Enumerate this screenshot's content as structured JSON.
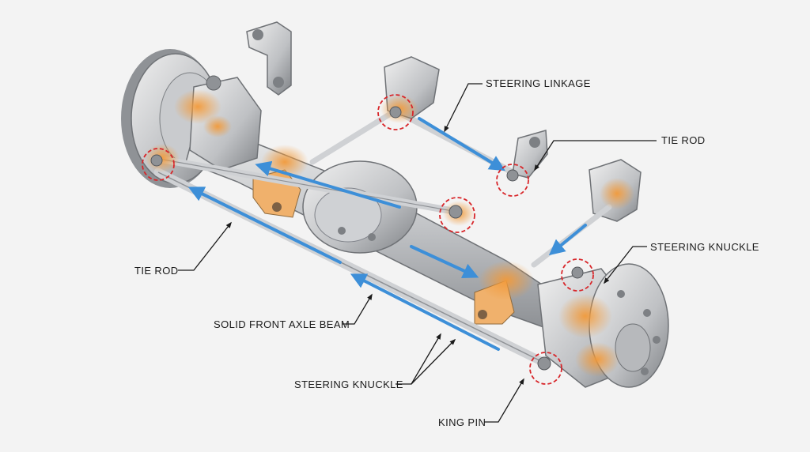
{
  "labels": {
    "steering_linkage": "STEERING LINKAGE",
    "tie_rod_right": "TIE ROD",
    "tie_rod_left": "TIE ROD",
    "steering_knuckle_right": "STEERING KNUCKLE",
    "solid_front_axle_beam": "SOLID FRONT AXLE BEAM",
    "steering_knuckle_bottom": "STEERING KNUCKLE",
    "king_pin": "KING PIN"
  },
  "colors": {
    "background": "#f3f3f3",
    "metal_light": "#d9dadc",
    "metal_mid": "#b9bbbe",
    "metal_dark": "#8e9195",
    "highlight_orange": "#f29a3a",
    "flow_arrow_blue": "#3d8fd8",
    "callout_circle_red": "#d8262a",
    "leader_line": "#1a1a1a"
  }
}
